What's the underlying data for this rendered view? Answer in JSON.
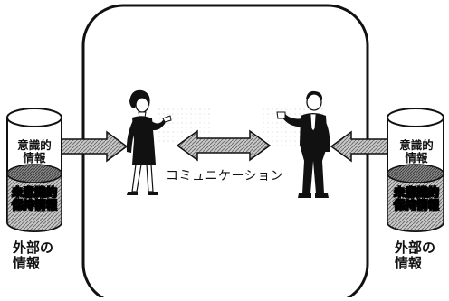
{
  "left_cylinder": {
    "top_label": [
      "意識的",
      "情報"
    ],
    "bottom_label": [
      "未意識的",
      "保持情報"
    ]
  },
  "right_cylinder": {
    "top_label": [
      "意識的",
      "情報"
    ],
    "bottom_label": [
      "未意識的",
      "保持情報"
    ]
  },
  "left_external": [
    "外部の",
    "情報"
  ],
  "right_external": [
    "外部の",
    "情報"
  ],
  "communication_label": "コミュニケーション",
  "colors": {
    "ink": "#111111",
    "hatch": "#9a9a9a",
    "arrow_fill": "#8c8c8c",
    "panel": "#ffffff"
  }
}
